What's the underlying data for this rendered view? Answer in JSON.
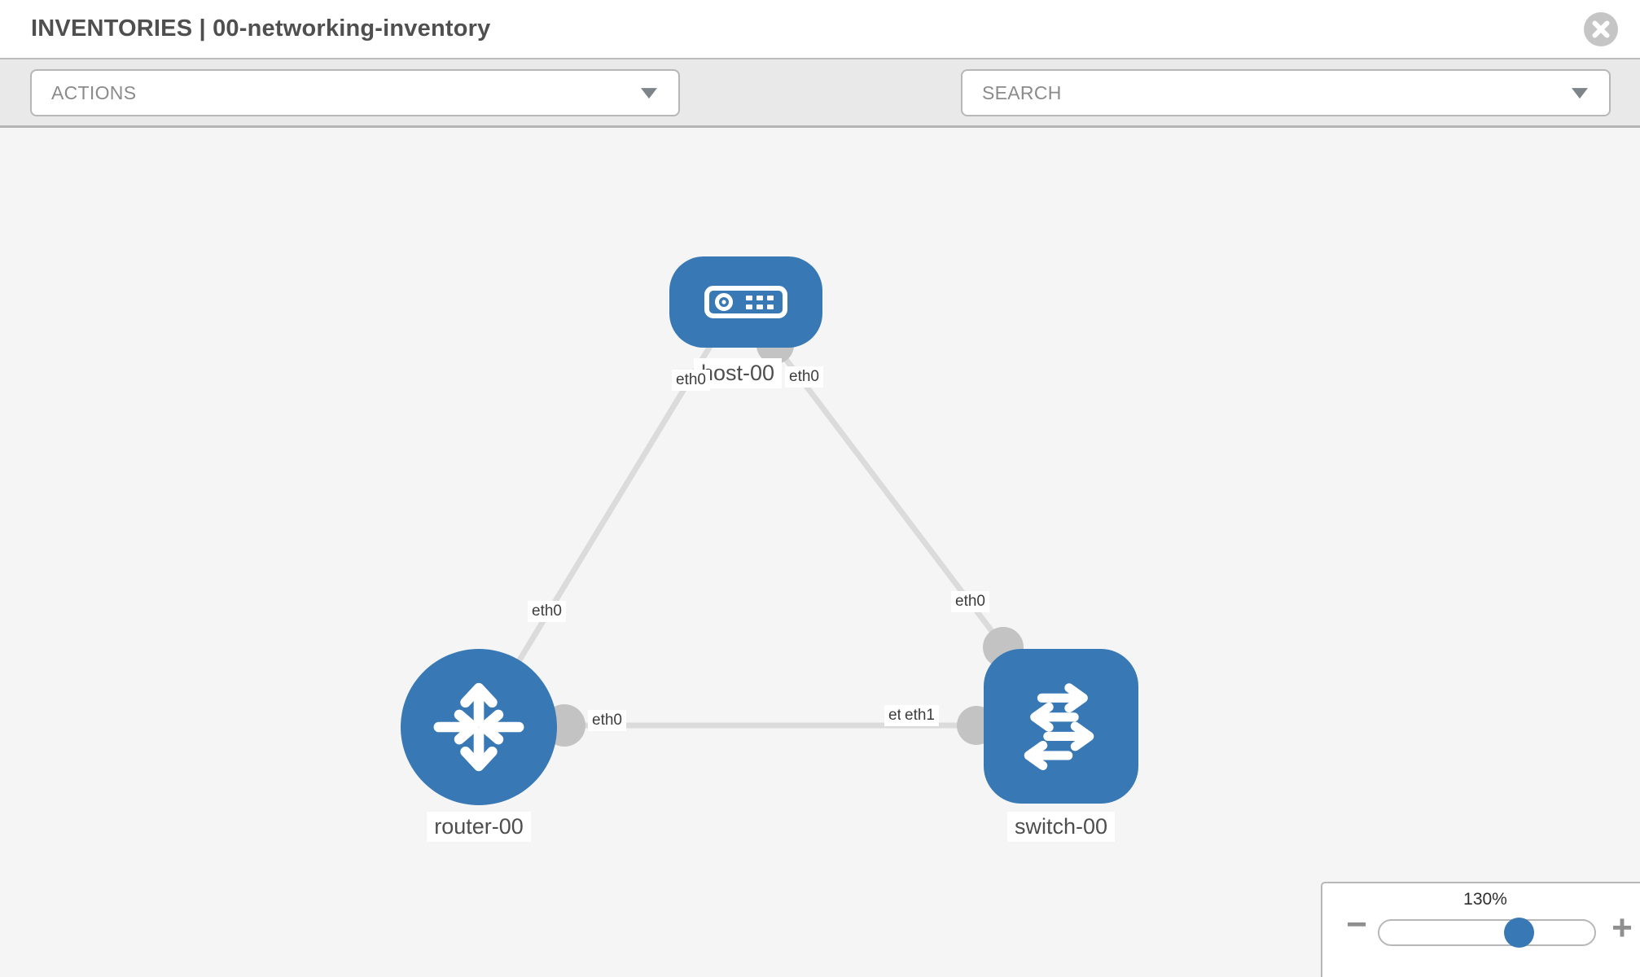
{
  "header": {
    "title": "INVENTORIES | 00-networking-inventory"
  },
  "toolbar": {
    "actions_label": "ACTIONS",
    "search_placeholder": "SEARCH",
    "icons": [
      "wrench-icon",
      "key-icon"
    ]
  },
  "topology": {
    "nodes": [
      {
        "id": "host-00",
        "type": "host",
        "label": "host-00"
      },
      {
        "id": "router-00",
        "type": "router",
        "label": "router-00"
      },
      {
        "id": "switch-00",
        "type": "switch",
        "label": "switch-00"
      }
    ],
    "links": [
      {
        "source": "host-00",
        "target": "router-00"
      },
      {
        "source": "host-00",
        "target": "switch-00"
      },
      {
        "source": "router-00",
        "target": "switch-00"
      }
    ],
    "interface_labels": [
      {
        "text": "eth0",
        "node": "host-00",
        "link": "host-00/router-00"
      },
      {
        "text": "eth0",
        "node": "host-00",
        "link": "host-00/switch-00"
      },
      {
        "text": "eth0",
        "node": "router-00",
        "link": "host-00/router-00"
      },
      {
        "text": "eth0",
        "node": "router-00",
        "link": "router-00/switch-00"
      },
      {
        "text": "eth0",
        "node": "switch-00",
        "link": "host-00/switch-00"
      },
      {
        "text": "eth0",
        "node": "switch-00",
        "link": "router-00/switch-00"
      },
      {
        "text": "eth1",
        "node": "switch-00",
        "link": "router-00/switch-00"
      }
    ]
  },
  "zoom_control": {
    "level": "130%",
    "zoom_out_label": "−",
    "zoom_in_label": "+"
  },
  "colors": {
    "node_blue": "#3879b5",
    "link_gray": "#dbdbdb",
    "connector_gray": "#c3c3c3",
    "toolbar_bg": "#e9e9e9",
    "canvas_bg": "#f5f5f5"
  }
}
